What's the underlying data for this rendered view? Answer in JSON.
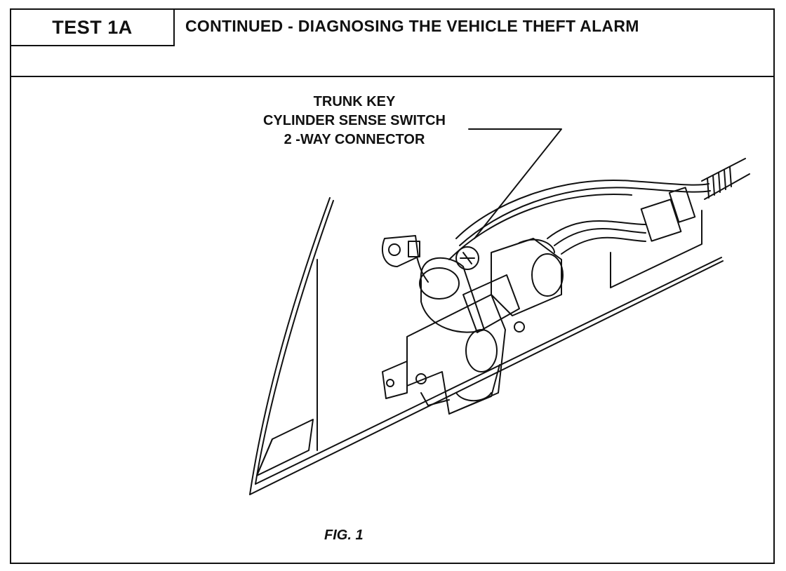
{
  "header": {
    "test_label": "TEST 1A",
    "title": "CONTINUED - DIAGNOSING THE VEHICLE THEFT ALARM"
  },
  "figure": {
    "callout_lines": [
      "TRUNK KEY",
      "CYLINDER SENSE SWITCH",
      "2 -WAY CONNECTOR"
    ],
    "caption": "FIG. 1"
  }
}
